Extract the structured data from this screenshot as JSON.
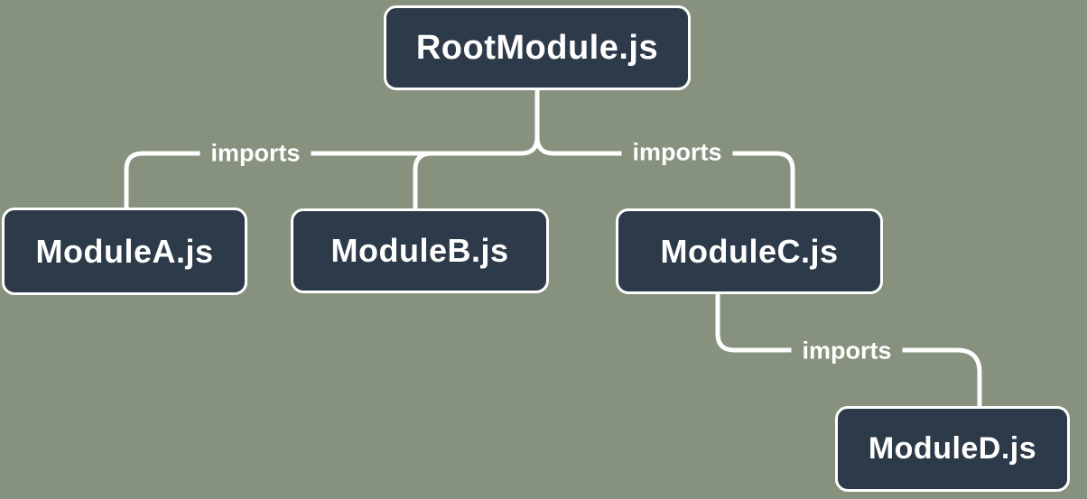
{
  "diagram": {
    "nodes": [
      {
        "id": "root",
        "label": "RootModule.js"
      },
      {
        "id": "module-a",
        "label": "ModuleA.js"
      },
      {
        "id": "module-b",
        "label": "ModuleB.js"
      },
      {
        "id": "module-c",
        "label": "ModuleC.js"
      },
      {
        "id": "module-d",
        "label": "ModuleD.js"
      }
    ],
    "edges": [
      {
        "from": "RootModule.js",
        "to": "ModuleA.js",
        "label": "imports"
      },
      {
        "from": "RootModule.js",
        "to": "ModuleB.js",
        "label": ""
      },
      {
        "from": "RootModule.js",
        "to": "ModuleC.js",
        "label": "imports"
      },
      {
        "from": "ModuleC.js",
        "to": "ModuleD.js",
        "label": "imports"
      }
    ]
  },
  "colors": {
    "background": "#87927e",
    "node_fill": "#2d3a49",
    "node_border": "#ffffff",
    "node_text": "#ffffff",
    "line": "#ffffff",
    "edge_label_text": "#ffffff"
  }
}
